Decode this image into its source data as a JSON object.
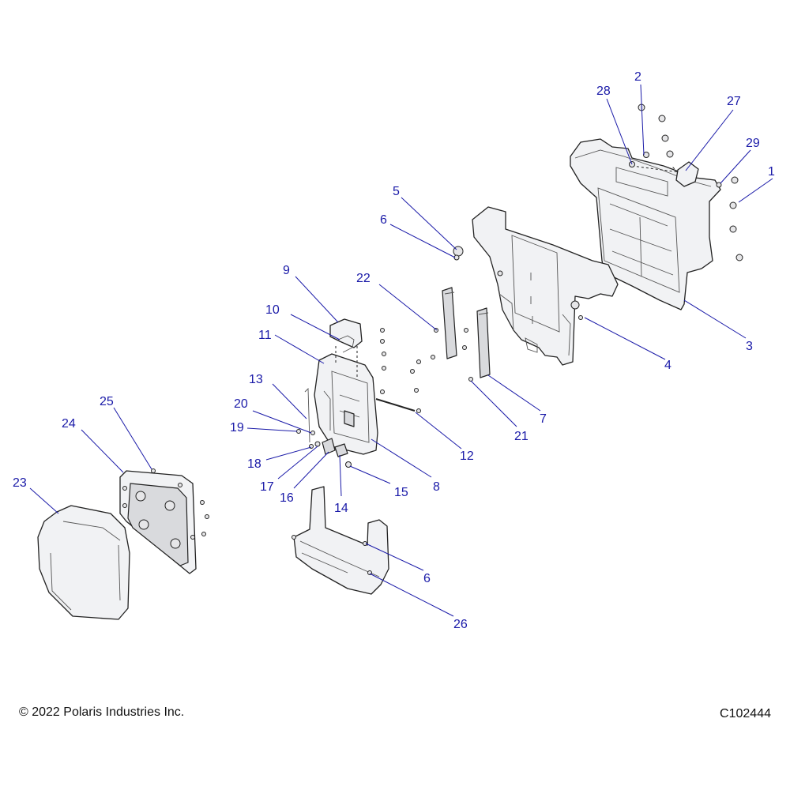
{
  "callouts": [
    {
      "id": "2",
      "label": "2"
    },
    {
      "id": "28",
      "label": "28"
    },
    {
      "id": "27",
      "label": "27"
    },
    {
      "id": "29",
      "label": "29"
    },
    {
      "id": "1",
      "label": "1"
    },
    {
      "id": "3",
      "label": "3"
    },
    {
      "id": "4",
      "label": "4"
    },
    {
      "id": "5",
      "label": "5"
    },
    {
      "id": "6a",
      "label": "6"
    },
    {
      "id": "22",
      "label": "22"
    },
    {
      "id": "9",
      "label": "9"
    },
    {
      "id": "10",
      "label": "10"
    },
    {
      "id": "11",
      "label": "11"
    },
    {
      "id": "13",
      "label": "13"
    },
    {
      "id": "20",
      "label": "20"
    },
    {
      "id": "19",
      "label": "19"
    },
    {
      "id": "18",
      "label": "18"
    },
    {
      "id": "17",
      "label": "17"
    },
    {
      "id": "16",
      "label": "16"
    },
    {
      "id": "14",
      "label": "14"
    },
    {
      "id": "15",
      "label": "15"
    },
    {
      "id": "8",
      "label": "8"
    },
    {
      "id": "12",
      "label": "12"
    },
    {
      "id": "21",
      "label": "21"
    },
    {
      "id": "7",
      "label": "7"
    },
    {
      "id": "25",
      "label": "25"
    },
    {
      "id": "24",
      "label": "24"
    },
    {
      "id": "23",
      "label": "23"
    },
    {
      "id": "6b",
      "label": "6"
    },
    {
      "id": "26",
      "label": "26"
    }
  ],
  "footer": {
    "copyright": "© 2022 Polaris Industries Inc.",
    "drawing_id": "C102444"
  },
  "colors": {
    "callout": "#1a1aa8",
    "line": "#222222",
    "part_fill": "#f1f2f4"
  }
}
